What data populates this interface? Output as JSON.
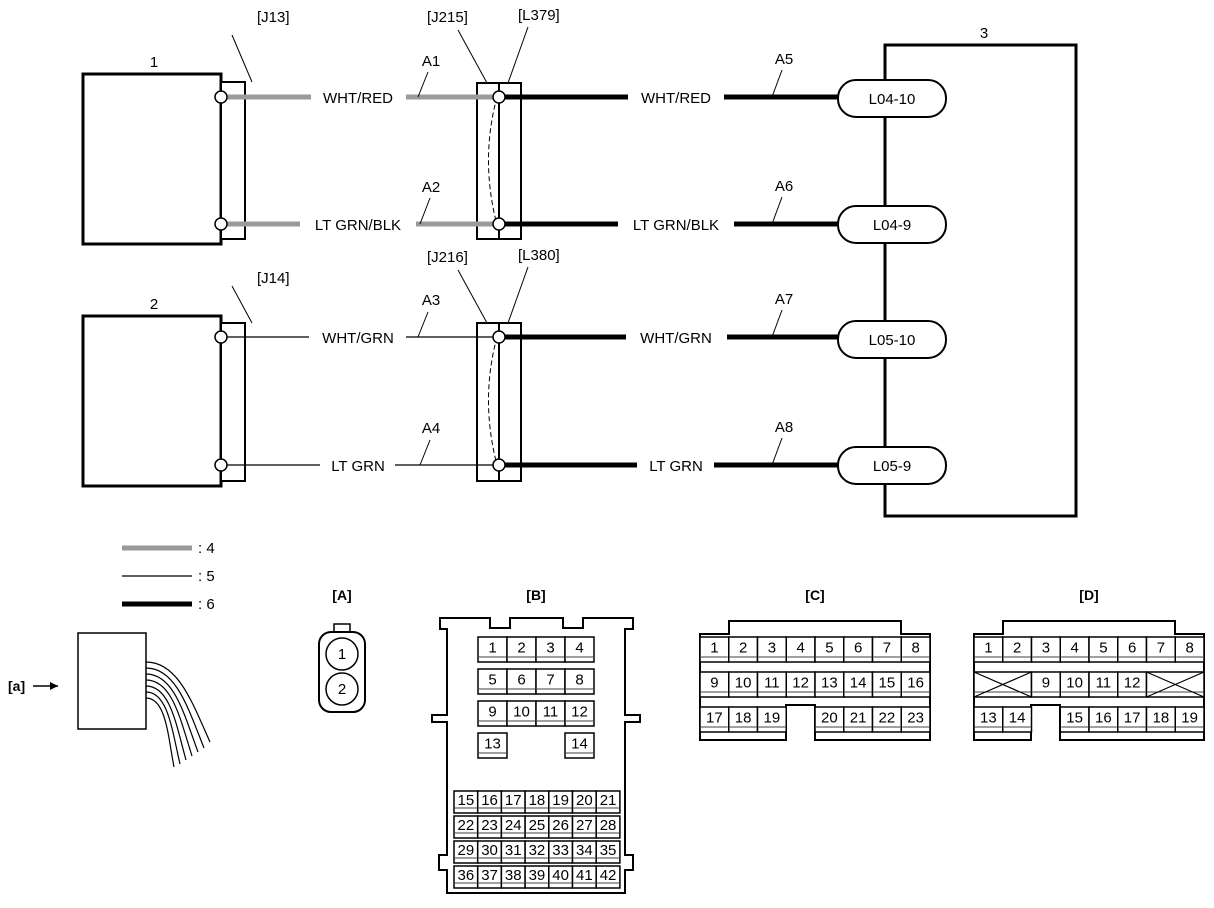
{
  "components": {
    "c1": "1",
    "c2": "2",
    "c3": "3"
  },
  "connectors": {
    "j13": "[J13]",
    "j14": "[J14]",
    "j215": "[J215]",
    "l379": "[L379]",
    "j216": "[J216]",
    "l380": "[L380]"
  },
  "circuits": [
    {
      "id": "A1",
      "label": "WHT/RED"
    },
    {
      "id": "A2",
      "label": "LT GRN/BLK"
    },
    {
      "id": "A3",
      "label": "WHT/GRN"
    },
    {
      "id": "A4",
      "label": "LT GRN"
    },
    {
      "id": "A5",
      "label": "WHT/RED"
    },
    {
      "id": "A6",
      "label": "LT GRN/BLK"
    },
    {
      "id": "A7",
      "label": "WHT/GRN"
    },
    {
      "id": "A8",
      "label": "LT GRN"
    }
  ],
  "terminals": [
    "L04-10",
    "L04-9",
    "L05-10",
    "L05-9"
  ],
  "legend": [
    {
      "label": ": 4",
      "color": "#9a9a9a"
    },
    {
      "label": ": 5",
      "color": "#000000"
    },
    {
      "label": ": 6",
      "color": "#000000"
    }
  ],
  "views": {
    "A": "[A]",
    "B": "[B]",
    "C": "[C]",
    "D": "[D]",
    "a": "[a]"
  },
  "connector_A_pins": [
    "1",
    "2"
  ]
}
